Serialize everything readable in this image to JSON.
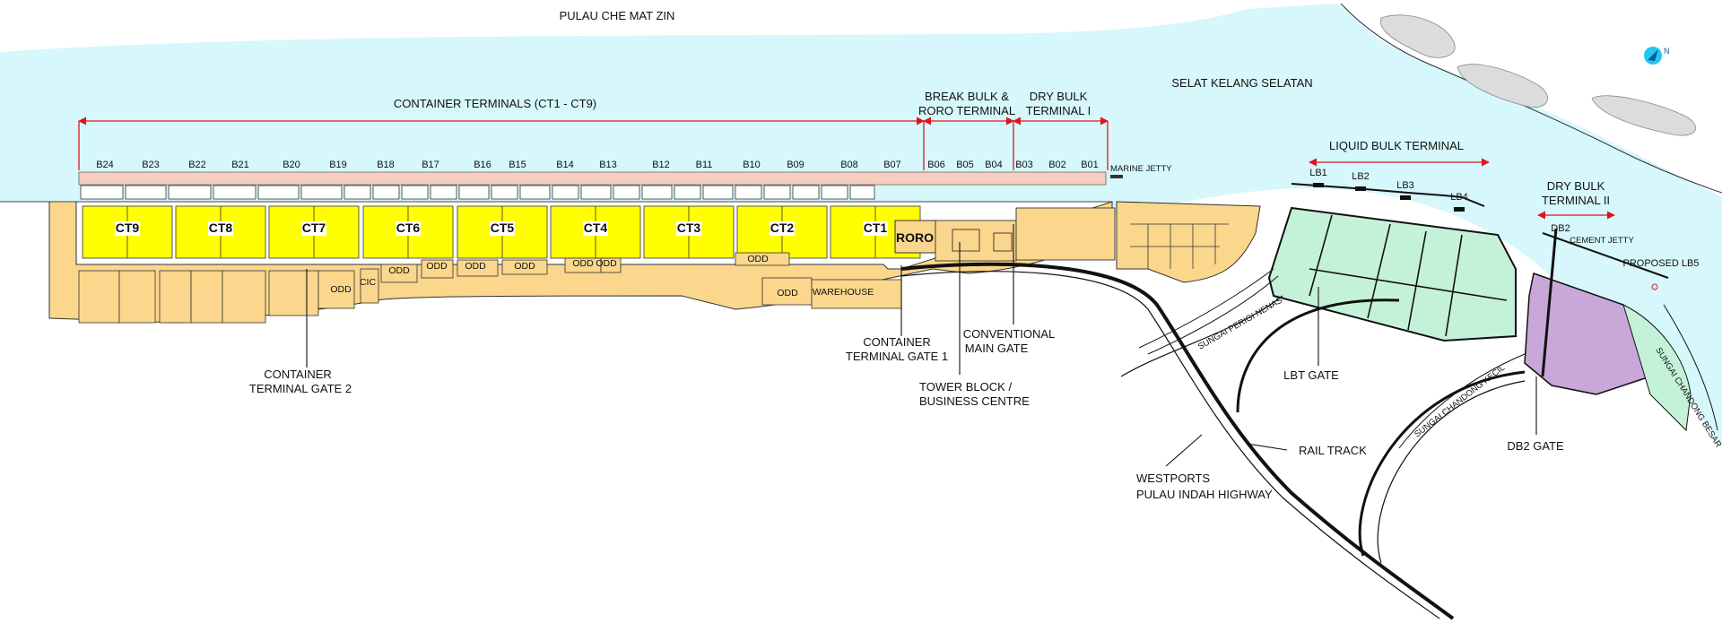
{
  "water_labels": {
    "north_island": "PULAU CHE MAT ZIN",
    "strait": "SELAT KELANG SELATAN",
    "river_nenas": "SUNGAI PERIGI NENAS",
    "river_chandong_kecil": "SUNGAI CHANDONG KECIL",
    "river_chandong_besar": "SUNGAI CHANDONG BESAR"
  },
  "sections": {
    "container_terminals": "CONTAINER TERMINALS   (CT1 - CT9)",
    "break_bulk_1": "BREAK BULK &",
    "break_bulk_2": "RORO TERMINAL",
    "dry_bulk_1_a": "DRY BULK",
    "dry_bulk_1_b": "TERMINAL  I",
    "liquid_bulk": "LIQUID BULK TERMINAL",
    "dry_bulk_2_a": "DRY BULK",
    "dry_bulk_2_b": "TERMINAL II",
    "marine_jetty": "MARINE JETTY"
  },
  "berths": [
    "B24",
    "B23",
    "B22",
    "B21",
    "B20",
    "B19",
    "B18",
    "B17",
    "B16",
    "B15",
    "B14",
    "B13",
    "B12",
    "B11",
    "B10",
    "B09",
    "B08",
    "B07",
    "B06",
    "B05",
    "B04",
    "B03",
    "B02",
    "B01"
  ],
  "container_terminals": [
    "CT9",
    "CT8",
    "CT7",
    "CT6",
    "CT5",
    "CT4",
    "CT3",
    "CT2",
    "CT1"
  ],
  "yard_labels": {
    "roro": "RORO",
    "warehouse": "WAREHOUSE",
    "cic": "CIC",
    "odd": "ODD"
  },
  "liquid_berths": [
    "LB1",
    "LB2",
    "LB3",
    "LB4"
  ],
  "db2": "DB2",
  "cement_jetty": "CEMENT JETTY",
  "proposed_lb5": "PROPOSED LB5",
  "annotations": {
    "ct_gate2_a": "CONTAINER",
    "ct_gate2_b": "TERMINAL GATE 2",
    "ct_gate1_a": "CONTAINER",
    "ct_gate1_b": "TERMINAL GATE 1",
    "tower_a": "TOWER BLOCK /",
    "tower_b": "BUSINESS CENTRE",
    "conv_gate_a": "CONVENTIONAL",
    "conv_gate_b": "MAIN GATE",
    "lbt_gate": "LBT GATE",
    "rail_track": "RAIL TRACK",
    "highway_a": "WESTPORTS",
    "highway_b": "PULAU INDAH HIGHWAY",
    "db2_gate": "DB2 GATE"
  },
  "colors": {
    "water": "#d6f7fb",
    "container_yard": "#ffff00",
    "land": "#fad78c",
    "liquid_bulk": "#c4f2d8",
    "dry_bulk_2": "#c9a8d9",
    "wharf": "#f7cfc0",
    "accent_red": "#e0141e",
    "road": "#111111"
  },
  "compass_icon": "north-arrow-icon"
}
